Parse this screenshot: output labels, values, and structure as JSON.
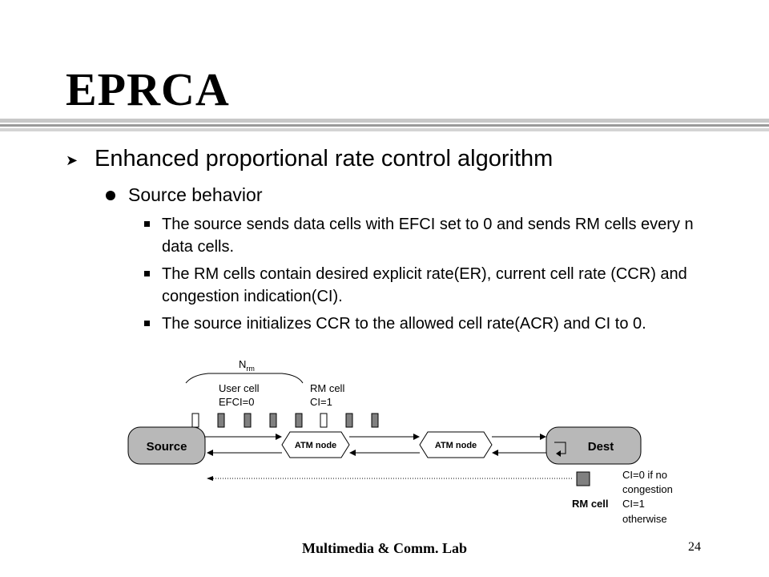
{
  "slide": {
    "title": "EPRCA",
    "bullet1": "Enhanced proportional rate control algorithm",
    "sub1": "Source behavior",
    "points": [
      "The source sends data cells with EFCI set to 0 and sends RM cells every n data cells.",
      "The RM cells contain desired explicit rate(ER), current cell rate (CCR) and congestion indication(CI).",
      "The source initializes CCR to the allowed cell rate(ACR) and CI to 0."
    ]
  },
  "diagram": {
    "nrm_base": "N",
    "nrm_sub": "rm",
    "user_cell_line1": "User cell",
    "user_cell_line2": "EFCI=0",
    "rm_cell_line1": "RM cell",
    "rm_cell_line2": "CI=1",
    "source": "Source",
    "atm1": "ATM node",
    "atm2": "ATM node",
    "dest": "Dest",
    "rm_cell_label": "RM cell",
    "ci_lines": [
      "CI=0 if no",
      "congestion",
      "CI=1",
      "otherwise"
    ]
  },
  "footer": {
    "lab": "Multimedia & Comm. Lab",
    "page": "24"
  }
}
